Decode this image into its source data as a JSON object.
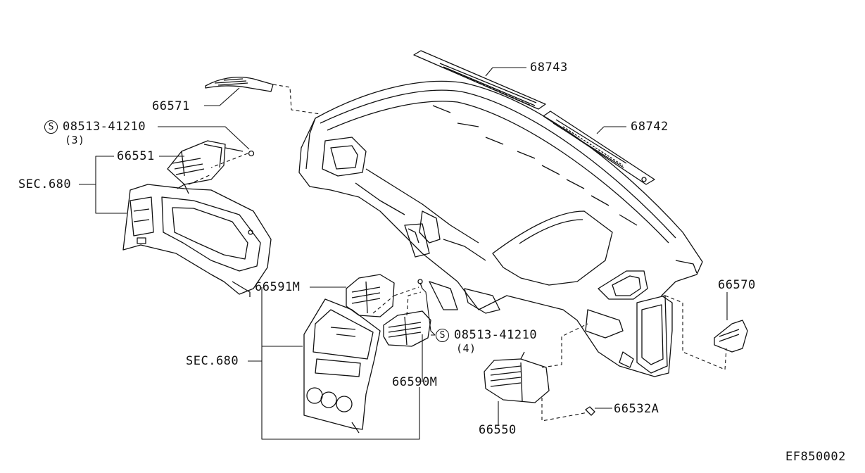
{
  "diagram": {
    "code": "EF850002",
    "labels": {
      "p68743": "68743",
      "p68742": "68742",
      "p66571": "66571",
      "p66551": "66551",
      "p66570": "66570",
      "p66591m": "66591M",
      "p66590m": "66590M",
      "p66550": "66550",
      "p66532a": "66532A",
      "sec_upper": "SEC.680",
      "sec_lower": "SEC.680",
      "screw_upper": "08513-41210",
      "screw_upper_qty": "(3)",
      "screw_lower": "08513-41210",
      "screw_lower_qty": "(4)",
      "std_mark": "S"
    }
  }
}
